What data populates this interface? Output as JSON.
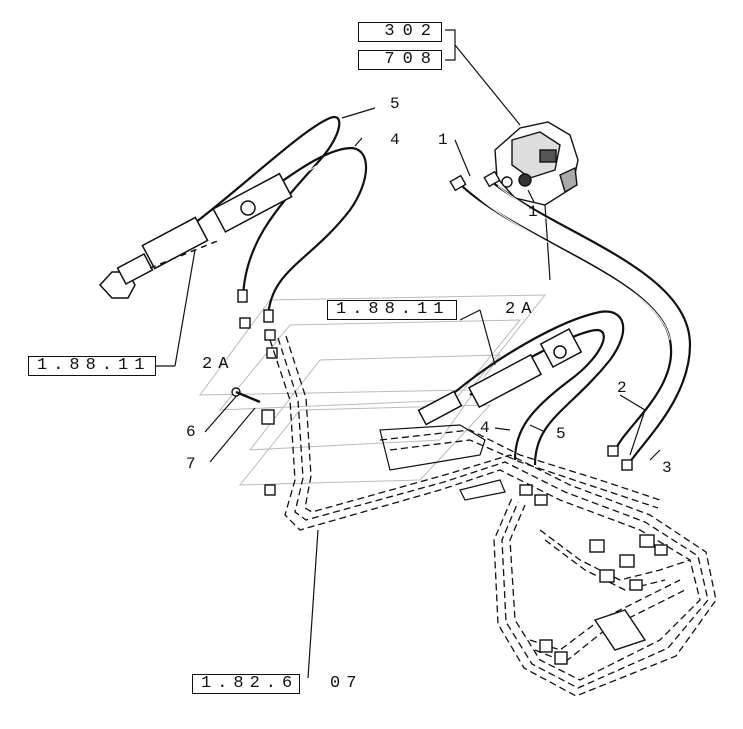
{
  "ref_boxes": {
    "top_302": "302",
    "top_708": "708",
    "ref_center": "1.88.11",
    "ref_left": "1.88.11",
    "ref_bottom": "1.82.6"
  },
  "tail_text": {
    "bottom_suffix": "07",
    "center_2a": "2A",
    "left_2a": "2A"
  },
  "callouts": {
    "n1": "1",
    "n1b": "1",
    "n2": "2",
    "n3": "3",
    "n4_top": "4",
    "n4_mid": "4",
    "n5_top": "5",
    "n5_mid": "5",
    "n6": "6",
    "n7": "7"
  }
}
